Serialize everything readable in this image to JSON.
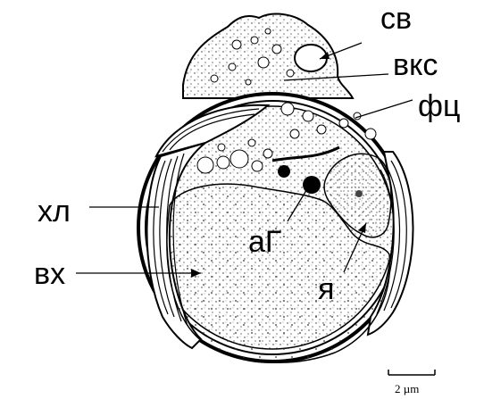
{
  "labels": {
    "sv": "св",
    "vks": "вкс",
    "fc": "фц",
    "hl": "хл",
    "vh": "вх",
    "ag": "аГ",
    "ya": "я"
  },
  "scale_bar": "2 µm"
}
